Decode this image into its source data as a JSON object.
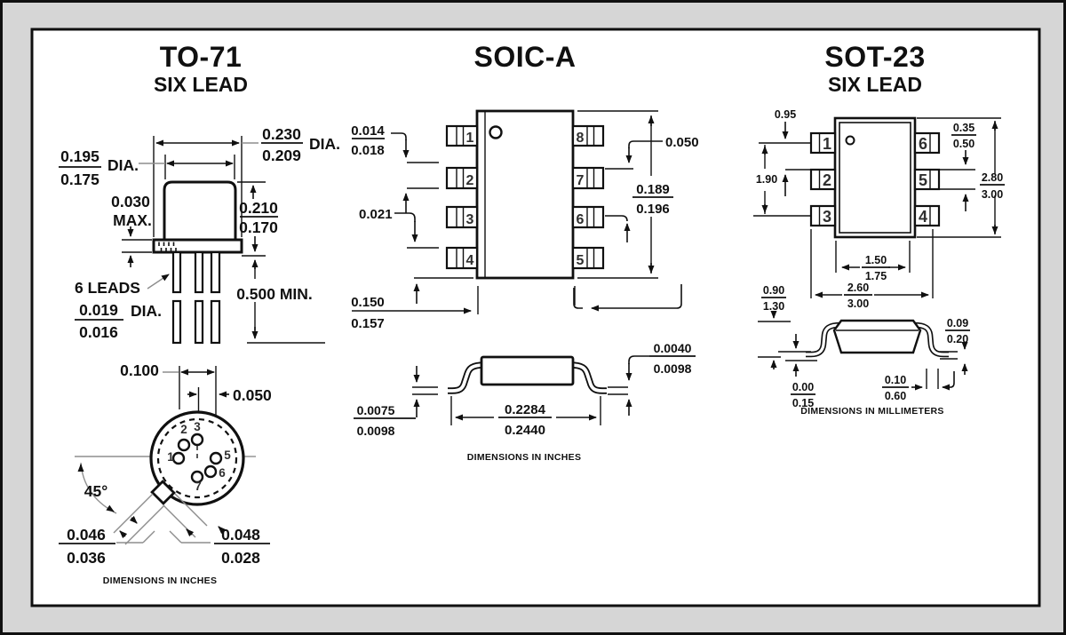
{
  "colors": {
    "paper": "#ffffff",
    "margin_bg": "#d6d6d6",
    "ink": "#101010"
  },
  "to71": {
    "title": "TO-71",
    "subtitle": "SIX LEAD",
    "flange_dia_max": "0.230",
    "flange_dia_min": "0.209",
    "flange_dia_label": "DIA.",
    "cap_dia_max": "0.195",
    "cap_dia_min": "0.175",
    "cap_dia_label": "DIA.",
    "flange_thickness": "0.030",
    "flange_thickness_qual": "MAX.",
    "cap_height_max": "0.210",
    "cap_height_min": "0.170",
    "lead_length": "0.500 MIN.",
    "leads_callout": "6 LEADS",
    "lead_dia_max": "0.019",
    "lead_dia_min": "0.016",
    "lead_dia_label": "DIA.",
    "pin_spacing": "0.100",
    "pin_half_spacing": "0.050",
    "tab_angle": "45°",
    "tab_dim1_max": "0.046",
    "tab_dim1_min": "0.036",
    "tab_dim2_max": "0.048",
    "tab_dim2_min": "0.028",
    "pins": [
      "1",
      "2",
      "3",
      "5",
      "6",
      "7"
    ],
    "units_note": "DIMENSIONS IN INCHES"
  },
  "soic": {
    "title": "SOIC-A",
    "lead_width_min": "0.014",
    "lead_width_max": "0.018",
    "lead_thickness": "0.021",
    "body_width_min": "0.150",
    "body_width_max": "0.157",
    "pitch": "0.050",
    "body_length_min": "0.189",
    "body_length_max": "0.196",
    "standoff_min": "0.0075",
    "standoff_max": "0.0098",
    "overall_width_min": "0.2284",
    "overall_width_max": "0.2440",
    "foot_thickness_min": "0.0040",
    "foot_thickness_max": "0.0098",
    "pins_left": [
      "1",
      "2",
      "3",
      "4"
    ],
    "pins_right": [
      "8",
      "7",
      "6",
      "5"
    ],
    "units_note": "DIMENSIONS IN INCHES"
  },
  "sot23": {
    "title": "SOT-23",
    "subtitle": "SIX LEAD",
    "pitch": "0.95",
    "pin_span": "1.90",
    "lead_width_min": "0.35",
    "lead_width_max": "0.50",
    "body_length_min": "2.80",
    "body_length_max": "3.00",
    "body_width_min": "1.50",
    "body_width_max": "1.75",
    "overall_width_min": "2.60",
    "overall_width_max": "3.00",
    "height_min": "0.90",
    "height_max": "1.30",
    "standoff_min": "0.00",
    "standoff_max": "0.15",
    "foot_length_min": "0.10",
    "foot_length_max": "0.60",
    "lead_thickness_min": "0.09",
    "lead_thickness_max": "0.20",
    "pins_left": [
      "1",
      "2",
      "3"
    ],
    "pins_right": [
      "6",
      "5",
      "4"
    ],
    "units_note": "DIMENSIONS IN MILLIMETERS"
  }
}
